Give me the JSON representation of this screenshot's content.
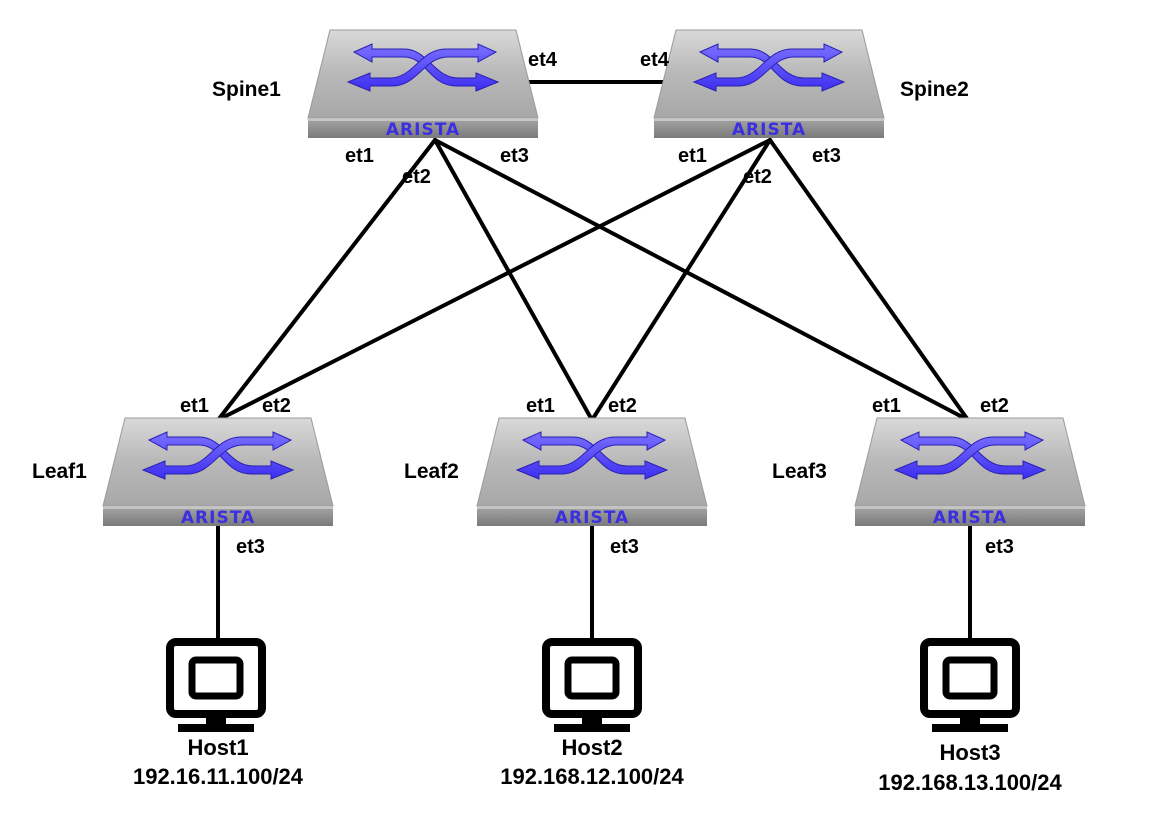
{
  "devices": {
    "spine1": {
      "name": "Spine1",
      "brand": "ARISTA",
      "icon": "switch-icon"
    },
    "spine2": {
      "name": "Spine2",
      "brand": "ARISTA",
      "icon": "switch-icon"
    },
    "leaf1": {
      "name": "Leaf1",
      "brand": "ARISTA",
      "icon": "switch-icon"
    },
    "leaf2": {
      "name": "Leaf2",
      "brand": "ARISTA",
      "icon": "switch-icon"
    },
    "leaf3": {
      "name": "Leaf3",
      "brand": "ARISTA",
      "icon": "switch-icon"
    }
  },
  "hosts": {
    "host1": {
      "name": "Host1",
      "ip": "192.16.11.100/24",
      "icon": "computer-monitor-icon"
    },
    "host2": {
      "name": "Host2",
      "ip": "192.168.12.100/24",
      "icon": "computer-monitor-icon"
    },
    "host3": {
      "name": "Host3",
      "ip": "192.168.13.100/24",
      "icon": "computer-monitor-icon"
    }
  },
  "ports": {
    "spine1": {
      "et1": "et1",
      "et2": "et2",
      "et3": "et3",
      "et4": "et4"
    },
    "spine2": {
      "et1": "et1",
      "et2": "et2",
      "et3": "et3",
      "et4": "et4"
    },
    "leaf1": {
      "et1": "et1",
      "et2": "et2",
      "et3": "et3"
    },
    "leaf2": {
      "et1": "et1",
      "et2": "et2",
      "et3": "et3"
    },
    "leaf3": {
      "et1": "et1",
      "et2": "et2",
      "et3": "et3"
    }
  },
  "colors": {
    "arrow": "#5a4cff",
    "brand": "#3b2fe0",
    "switch_top": "#c8c8c8",
    "switch_front": "#8a8a8a",
    "link": "#000000"
  }
}
